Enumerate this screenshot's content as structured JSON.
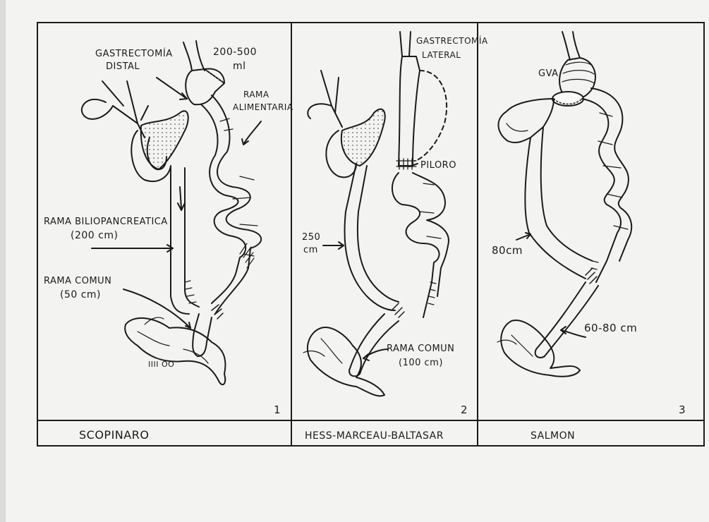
{
  "panels": [
    {
      "number": "1",
      "footer": "SCOPINARO",
      "labels": {
        "procedure": [
          "GASTRECTOMÍA",
          "DISTAL"
        ],
        "volume": [
          "200-500",
          "ml"
        ],
        "alimentary": [
          "RAMA",
          "ALIMENTARIA"
        ],
        "biliopancreatic": [
          "RAMA BILIOPANCREATICA",
          "(200 cm)"
        ],
        "common": [
          "RAMA COMUN",
          "(50 cm)"
        ]
      }
    },
    {
      "number": "2",
      "footer": "HESS-MARCEAU-BALTASAR",
      "labels": {
        "procedure": [
          "GASTRECTOMÍA",
          "LATERAL"
        ],
        "pylorus": "PILORO",
        "length": [
          "250",
          "cm"
        ],
        "common": [
          "RAMA COMUN",
          "(100 cm)"
        ]
      }
    },
    {
      "number": "3",
      "footer": "SALMON",
      "labels": {
        "procedure": "GVA",
        "length": "80cm",
        "common": "60-80 cm"
      }
    }
  ],
  "colors": {
    "ink": "#1a1a1a",
    "paper": "#f3f4f2",
    "fill": "#fbfbfa"
  }
}
